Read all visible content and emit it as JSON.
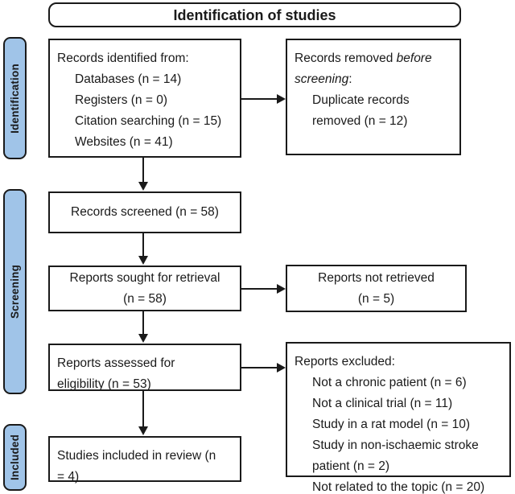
{
  "title": "Identification of studies",
  "stages": [
    {
      "label": "Identification"
    },
    {
      "label": "Screening"
    },
    {
      "label": "Included"
    }
  ],
  "boxes": {
    "identified": {
      "heading": "Records identified from:",
      "items": [
        "Databases (n = 14)",
        "Registers (n = 0)",
        "Citation searching (n = 15)",
        "Websites (n = 41)"
      ]
    },
    "removed": {
      "prefix": "Records removed ",
      "italic": "before screening",
      "suffix": ":",
      "items": [
        "Duplicate records removed (n = 12)"
      ]
    },
    "screened": {
      "text": "Records screened (n = 58)"
    },
    "sought": {
      "line1": "Reports sought for retrieval",
      "line2": "(n = 58)"
    },
    "not_retrieved": {
      "line1": "Reports not retrieved",
      "line2": "(n = 5)"
    },
    "assessed": {
      "text": "Reports assessed for eligibility (n = 53)"
    },
    "excluded": {
      "heading": "Reports excluded:",
      "items": [
        "Not a chronic patient (n = 6)",
        "Not a clinical trial (n = 11)",
        "Study in a rat model (n = 10)",
        "Study in non-ischaemic stroke patient (n = 2)",
        "Not related to the topic (n = 20)"
      ]
    },
    "included": {
      "text": "Studies included in review (n = 4)"
    }
  },
  "colors": {
    "stage_fill": "#a0c4e8",
    "line": "#1a1a1a"
  }
}
